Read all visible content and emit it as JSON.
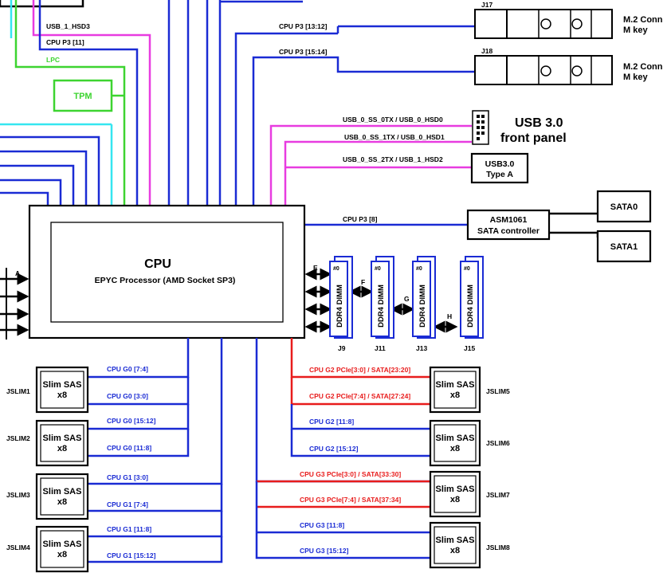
{
  "colors": {
    "blue": "#1a2bd4",
    "magenta": "#e83ce0",
    "green": "#3dd430",
    "cyan": "#35e6f0",
    "red": "#e81c1c",
    "black": "#000000"
  },
  "cpu": {
    "title": "CPU",
    "subtitle": "EPYC Processor (AMD Socket SP3)"
  },
  "top_left_labels": {
    "usb_1_hsd3": "USB_1_HSD3",
    "cpu_p3_11": "CPU P3 [11]",
    "lpc": "LPC",
    "tpm": "TPM"
  },
  "m2": [
    {
      "ref": "J17",
      "bus": "CPU P3 [13:12]",
      "title": "M.2 Conn",
      "subtitle": "M key"
    },
    {
      "ref": "J18",
      "bus": "CPU P3 [15:14]",
      "title": "M.2 Conn",
      "subtitle": "M key"
    }
  ],
  "usb_front": {
    "line1": "USB_0_SS_0TX / USB_0_HSD0",
    "line2": "USB_0_SS_1TX / USB_0_HSD1",
    "title1": "USB 3.0",
    "title2": "front panel"
  },
  "usb_typea": {
    "line": "USB_0_SS_2TX / USB_1_HSD2",
    "title1": "USB3.0",
    "title2": "Type A"
  },
  "sata": {
    "bus": "CPU P3 [8]",
    "ctrl1": "ASM1061",
    "ctrl2": "SATA controller",
    "port0": "SATA0",
    "port1": "SATA1"
  },
  "channels": {
    "a": "A",
    "e": "E",
    "f": "F",
    "g": "G",
    "h": "H"
  },
  "dimms": [
    {
      "ref": "J9",
      "label": "DDR4 DIMM",
      "hash": "#0"
    },
    {
      "ref": "J11",
      "label": "DDR4 DIMM",
      "hash": "#0"
    },
    {
      "ref": "J13",
      "label": "DDR4 DIMM",
      "hash": "#0"
    },
    {
      "ref": "J15",
      "label": "DDR4 DIMM",
      "hash": "#0"
    }
  ],
  "slim_left": [
    {
      "ref": "JSLIM1",
      "line1": "Slim SAS",
      "line2": "x8",
      "bus_top": "CPU G0 [7:4]",
      "bus_bot": "CPU G0 [3:0]"
    },
    {
      "ref": "JSLIM2",
      "line1": "Slim SAS",
      "line2": "x8",
      "bus_top": "CPU G0 [15:12]",
      "bus_bot": "CPU G0 [11:8]"
    },
    {
      "ref": "JSLIM3",
      "line1": "Slim SAS",
      "line2": "x8",
      "bus_top": "CPU G1 [3:0]",
      "bus_bot": "CPU G1 [7:4]"
    },
    {
      "ref": "JSLIM4",
      "line1": "Slim SAS",
      "line2": "x8",
      "bus_top": "CPU G1 [11:8]",
      "bus_bot": "CPU G1 [15:12]"
    }
  ],
  "slim_right": [
    {
      "ref": "JSLIM5",
      "line1": "Slim SAS",
      "line2": "x8",
      "bus_top": "CPU G2 PCIe[3:0] / SATA[23:20]",
      "bus_bot": "CPU G2 PCIe[7:4] / SATA[27:24]"
    },
    {
      "ref": "JSLIM6",
      "line1": "Slim SAS",
      "line2": "x8",
      "bus_top": "CPU G2 [11:8]",
      "bus_bot": "CPU G2 [15:12]"
    },
    {
      "ref": "JSLIM7",
      "line1": "Slim SAS",
      "line2": "x8",
      "bus_top": "CPU G3 PCIe[3:0] / SATA[33:30]",
      "bus_bot": "CPU G3 PCIe[7:4] / SATA[37:34]"
    },
    {
      "ref": "JSLIM8",
      "line1": "Slim SAS",
      "line2": "x8",
      "bus_top": "CPU G3 [11:8]",
      "bus_bot": "CPU G3 [15:12]"
    }
  ]
}
